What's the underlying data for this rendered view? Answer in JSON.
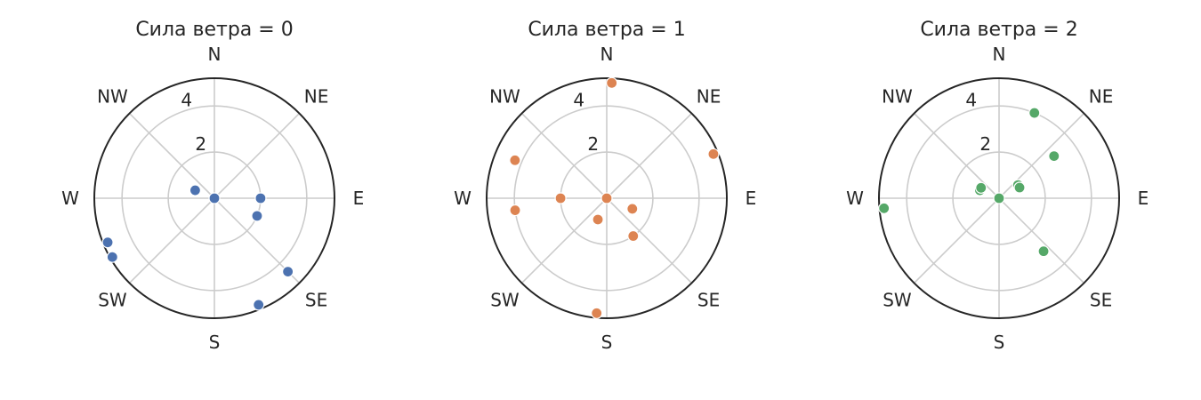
{
  "chart_data": [
    {
      "type": "scatter",
      "projection": "polar",
      "title": "Сила ветра = 0",
      "color": "#4c72b0",
      "theta_labels": [
        "N",
        "NE",
        "E",
        "SE",
        "S",
        "SW",
        "W",
        "NW"
      ],
      "r_ticks": [
        2,
        4
      ],
      "r_tick_labels": [
        "2",
        "4"
      ],
      "rlim": [
        0,
        5.2
      ],
      "grid": true,
      "points": [
        {
          "theta_deg": 0,
          "r": 0.0
        },
        {
          "theta_deg": 112.5,
          "r": 2.0
        },
        {
          "theta_deg": 90,
          "r": 2.0
        },
        {
          "theta_deg": 292.5,
          "r": 0.9
        },
        {
          "theta_deg": 157.5,
          "r": 5.0
        },
        {
          "theta_deg": 135,
          "r": 4.5
        },
        {
          "theta_deg": 247.5,
          "r": 5.0
        },
        {
          "theta_deg": 240,
          "r": 5.1
        }
      ]
    },
    {
      "type": "scatter",
      "projection": "polar",
      "title": "Сила ветра = 1",
      "color": "#dd8452",
      "theta_labels": [
        "N",
        "NE",
        "E",
        "SE",
        "S",
        "SW",
        "W",
        "NW"
      ],
      "r_ticks": [
        2,
        4
      ],
      "r_tick_labels": [
        "2",
        "4"
      ],
      "rlim": [
        0,
        5.2
      ],
      "grid": true,
      "points": [
        {
          "theta_deg": 0,
          "r": 0.0
        },
        {
          "theta_deg": 2.5,
          "r": 5.0
        },
        {
          "theta_deg": 67.5,
          "r": 5.0
        },
        {
          "theta_deg": 292.5,
          "r": 4.3
        },
        {
          "theta_deg": 270,
          "r": 2.0
        },
        {
          "theta_deg": 262.5,
          "r": 4.0
        },
        {
          "theta_deg": 202.5,
          "r": 1.0
        },
        {
          "theta_deg": 112.5,
          "r": 1.2
        },
        {
          "theta_deg": 145,
          "r": 2.0
        },
        {
          "theta_deg": 185,
          "r": 5.0
        }
      ]
    },
    {
      "type": "scatter",
      "projection": "polar",
      "title": "Сила ветра = 2",
      "color": "#55a868",
      "theta_labels": [
        "N",
        "NE",
        "E",
        "SE",
        "S",
        "SW",
        "W",
        "NW"
      ],
      "r_ticks": [
        2,
        4
      ],
      "r_tick_labels": [
        "2",
        "4"
      ],
      "rlim": [
        0,
        5.2
      ],
      "grid": true,
      "points": [
        {
          "theta_deg": 0,
          "r": 0.0
        },
        {
          "theta_deg": 22.5,
          "r": 4.0
        },
        {
          "theta_deg": 52.5,
          "r": 3.0
        },
        {
          "theta_deg": 55,
          "r": 1.0
        },
        {
          "theta_deg": 62.5,
          "r": 1.0
        },
        {
          "theta_deg": 292.5,
          "r": 0.9
        },
        {
          "theta_deg": 300,
          "r": 0.9
        },
        {
          "theta_deg": 140,
          "r": 3.0
        },
        {
          "theta_deg": 265,
          "r": 5.0
        }
      ]
    }
  ]
}
